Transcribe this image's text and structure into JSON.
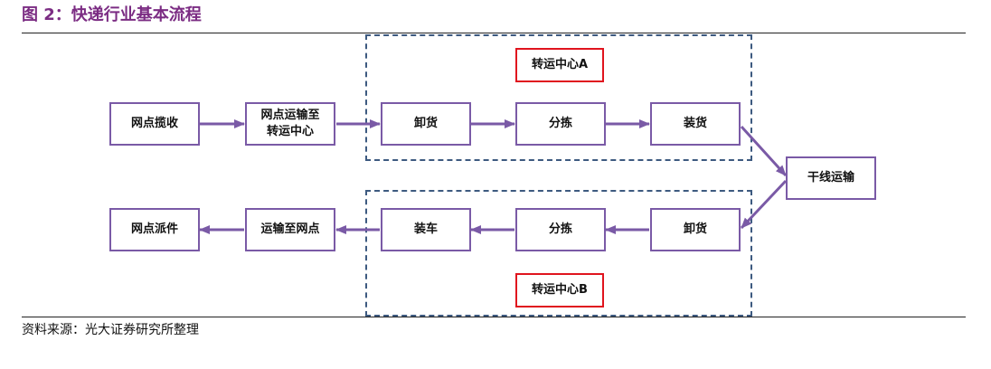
{
  "title": "图 2：快递行业基本流程",
  "source": "资料来源：光大证券研究所整理",
  "colors": {
    "title": "#7b2c83",
    "box_border": "#7a5aa6",
    "arrow": "#7a5aa6",
    "center_border": "#e0141e",
    "dash_border": "#3d5a80"
  },
  "nodes": {
    "pickup": "网点揽收",
    "outlet_to_center": "网点运输至\n转运中心",
    "unload_a": "卸货",
    "sort_a": "分拣",
    "load_a": "装货",
    "trunk": "干线运输",
    "unload_b": "卸货",
    "sort_b": "分拣",
    "load_car_b": "装车",
    "to_outlet": "运输至网点",
    "delivery": "网点派件"
  },
  "centers": {
    "a": "转运中心A",
    "b": "转运中心B"
  }
}
